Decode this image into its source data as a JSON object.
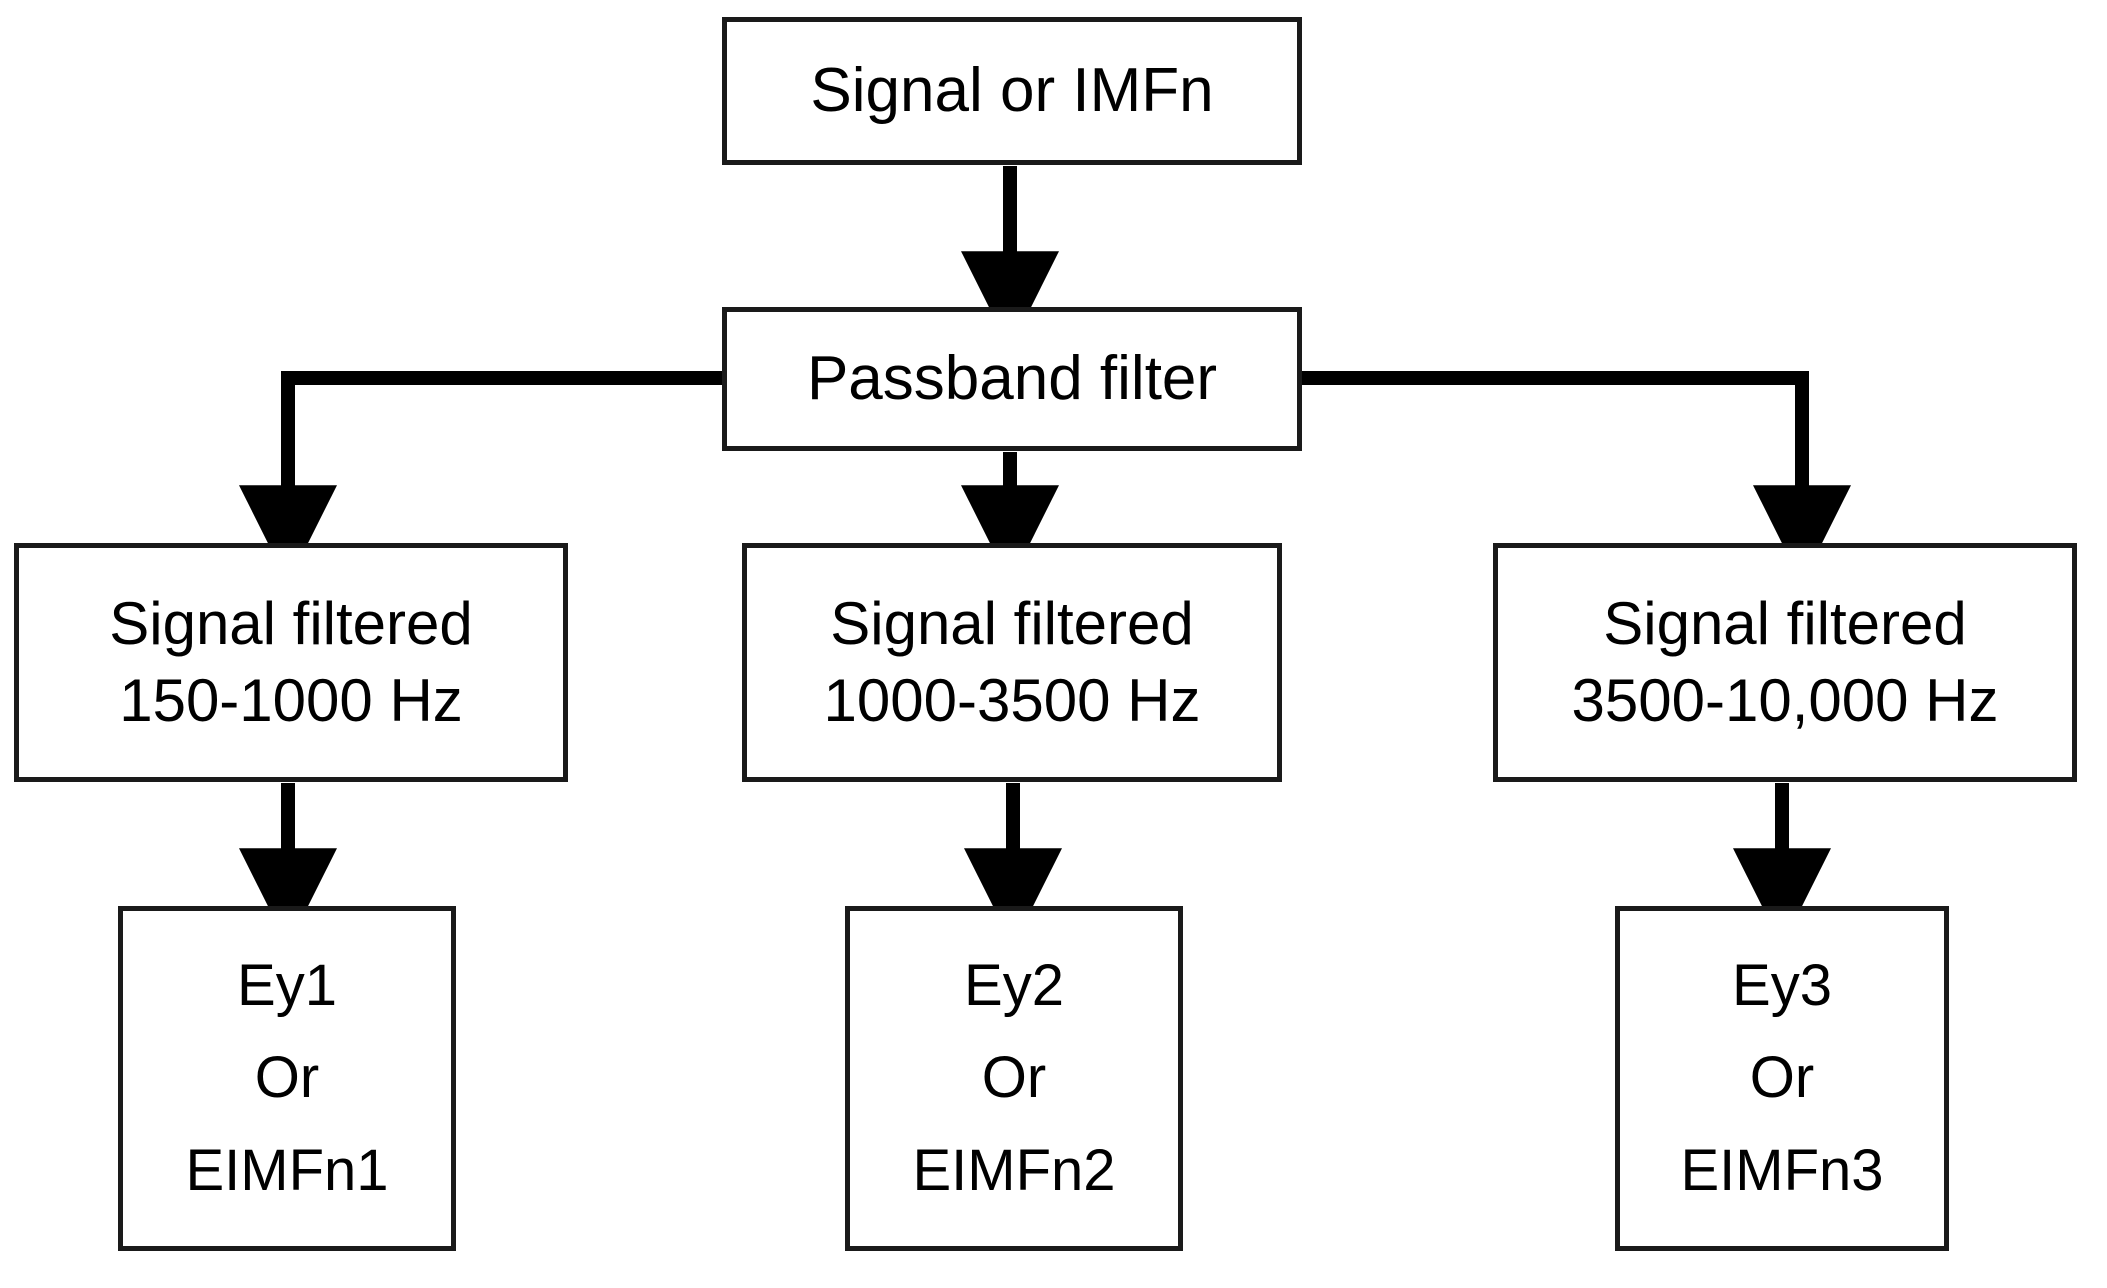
{
  "diagram": {
    "title": "Passband filter signal decomposition flowchart",
    "type": "flowchart",
    "colors": {
      "background": "#ffffff",
      "node_border": "#1a1a1a",
      "node_fill": "#ffffff",
      "connector": "#000000",
      "text": "#000000"
    },
    "nodes": [
      {
        "id": "source",
        "name": "signal-or-imfn",
        "lines": [
          "Signal or IMFn"
        ]
      },
      {
        "id": "passband",
        "name": "passband-filter",
        "lines": [
          "Passband filter"
        ]
      },
      {
        "id": "filter_low",
        "name": "signal-filtered-150-1000",
        "lines": [
          "Signal filtered",
          "150-1000 Hz"
        ]
      },
      {
        "id": "filter_mid",
        "name": "signal-filtered-1000-3500",
        "lines": [
          "Signal filtered",
          "1000-3500 Hz"
        ]
      },
      {
        "id": "filter_high",
        "name": "signal-filtered-3500-10000",
        "lines": [
          "Signal filtered",
          "3500-10,000 Hz"
        ]
      },
      {
        "id": "out_1",
        "name": "output-ey1",
        "lines": [
          "Ey1",
          "Or",
          "EIMFn1"
        ]
      },
      {
        "id": "out_2",
        "name": "output-ey2",
        "lines": [
          "Ey2",
          "Or",
          "EIMFn2"
        ]
      },
      {
        "id": "out_3",
        "name": "output-ey3",
        "lines": [
          "Ey3",
          "Or",
          "EIMFn3"
        ]
      }
    ],
    "edges": [
      {
        "from": "source",
        "to": "passband",
        "style": "straight-down",
        "arrow": true
      },
      {
        "from": "passband",
        "to": "filter_low",
        "style": "elbow-left",
        "arrow": true
      },
      {
        "from": "passband",
        "to": "filter_mid",
        "style": "straight-down",
        "arrow": true
      },
      {
        "from": "passband",
        "to": "filter_high",
        "style": "elbow-right",
        "arrow": true
      },
      {
        "from": "filter_low",
        "to": "out_1",
        "style": "straight-down",
        "arrow": true
      },
      {
        "from": "filter_mid",
        "to": "out_2",
        "style": "straight-down",
        "arrow": true
      },
      {
        "from": "filter_high",
        "to": "out_3",
        "style": "straight-down",
        "arrow": true
      }
    ]
  }
}
